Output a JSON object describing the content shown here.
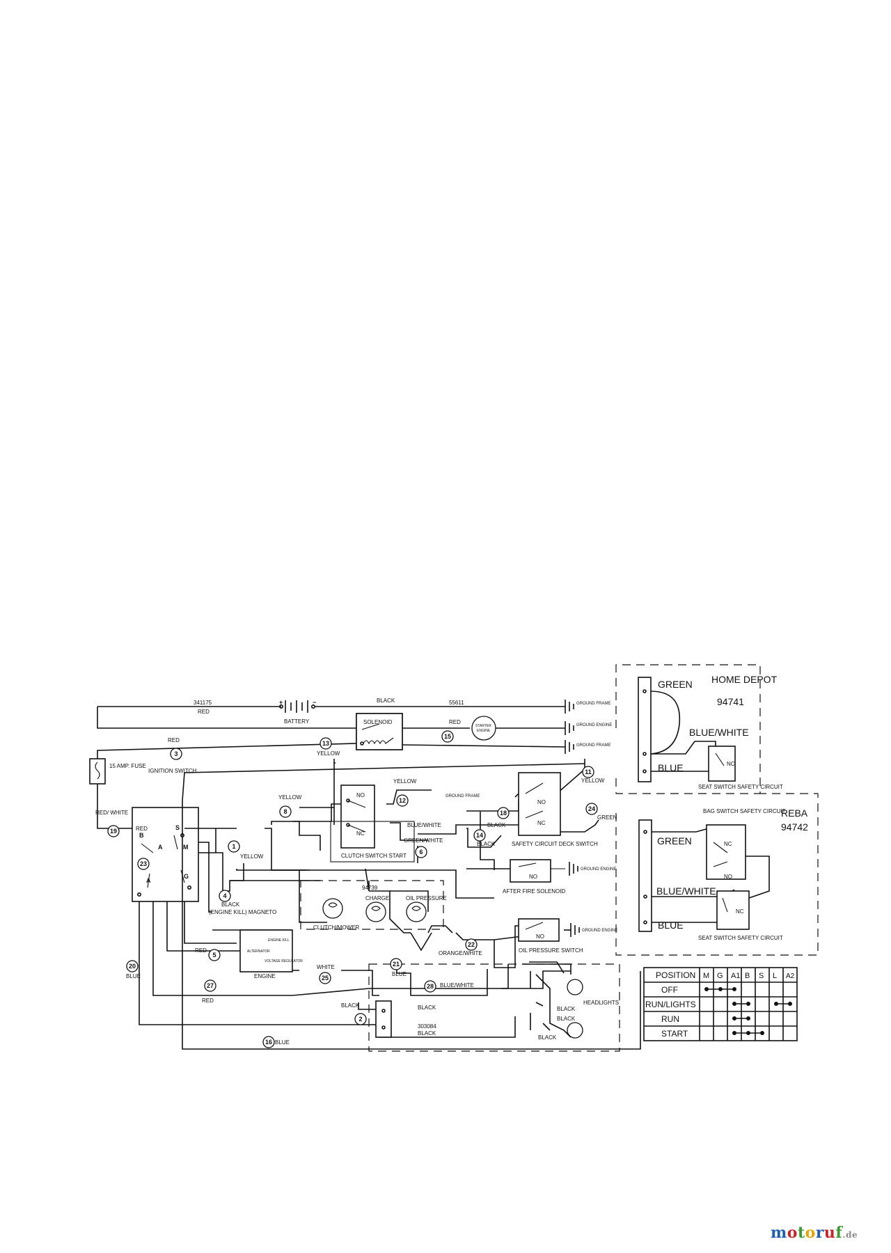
{
  "diagram": {
    "parts": {
      "p341175": "341175",
      "red": "RED",
      "battery": "BATTERY",
      "black": "BLACK",
      "p55611": "55611",
      "solenoid": "SOLENOID",
      "starter_engine": "STARTER ENGINE",
      "ground_frame": "GROUND FRAME",
      "ground_engine": "GROUND ENGINE",
      "fuse": "15 AMP. FUSE",
      "ignition_switch": "IGNITION SWITCH",
      "yellow": "YELLOW",
      "clutch_switch_start": "CLUTCH SWITCH START",
      "blue_white_small": "BLUE/WHITE",
      "green_white_small": "GREEN/WHITE",
      "safety_circuit_deck_switch": "SAFETY CIRCUIT DECK SWITCH",
      "after_fire_solenoid": "AFTER FIRE SOLENOID",
      "charge": "CHARGE",
      "oil_pressure": "OIL PRESSURE",
      "p94739": "94739",
      "clutch_mower": "CLUTCH/MOWER",
      "engine_kill_magneto": "(ENGINE KILL) MAGNETO",
      "alternator": "ALTERNATOR",
      "engine_kill": "ENGINE KILL",
      "voltage_regulator": "VOLTAGE REGULATOR",
      "engine": "ENGINE",
      "white": "WHITE",
      "orange_white": "ORANGE/WHITE",
      "oil_pressure_switch": "OIL PRESSURE SWITCH",
      "headlights": "HEADLIGHTS",
      "p303084": "303084",
      "blue": "BLUE",
      "red_white": "RED/ WHITE",
      "green_caps": "GREEN",
      "nc": "NC",
      "no": "NO"
    },
    "home_depot": {
      "title": "HOME DEPOT",
      "number": "94741",
      "green": "GREEN",
      "blue_white": "BLUE/WHITE",
      "blue": "BLUE",
      "seat_switch": "SEAT SWITCH SAFETY CIRCUIT"
    },
    "reba": {
      "title": "REBA",
      "number": "94742",
      "bag_switch": "BAG SWITCH SAFETY CIRCUIT",
      "green": "GREEN",
      "blue_white": "BLUE/WHITE",
      "blue": "BLUE",
      "seat_switch": "SEAT SWITCH SAFETY CIRCUIT"
    },
    "wire_numbers": [
      "1",
      "2",
      "3",
      "4",
      "5",
      "6",
      "8",
      "11",
      "12",
      "13",
      "14",
      "15",
      "16",
      "18",
      "19",
      "20",
      "21",
      "22",
      "23",
      "24",
      "25",
      "27",
      "28"
    ]
  },
  "position_table": {
    "header": [
      "POSITION",
      "M",
      "G",
      "A1",
      "B",
      "S",
      "L",
      "A2"
    ],
    "rows": [
      "OFF",
      "RUN/LIGHTS",
      "RUN",
      "START"
    ]
  },
  "logo": {
    "text": "motoruf",
    "tld": ".de"
  }
}
